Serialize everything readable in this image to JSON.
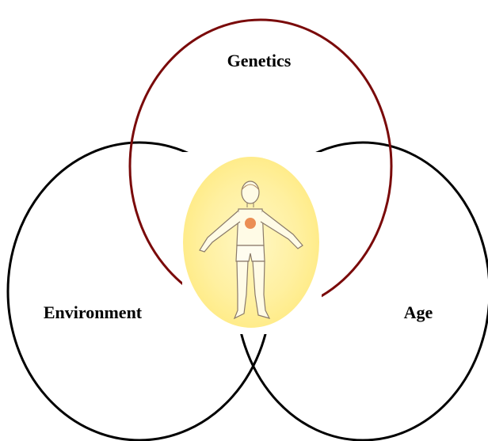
{
  "diagram": {
    "labels": {
      "genetics": "Genetics",
      "environment": "Environment",
      "age": "Age"
    },
    "colors": {
      "genetics_circle": "#7a0a0a",
      "environment_circle": "#000000",
      "age_circle": "#000000",
      "figure_glow": "#fff2a8",
      "figure_outline": "#8a7a6a",
      "heart": "#e06a2a"
    },
    "center_image": "person-figure"
  }
}
